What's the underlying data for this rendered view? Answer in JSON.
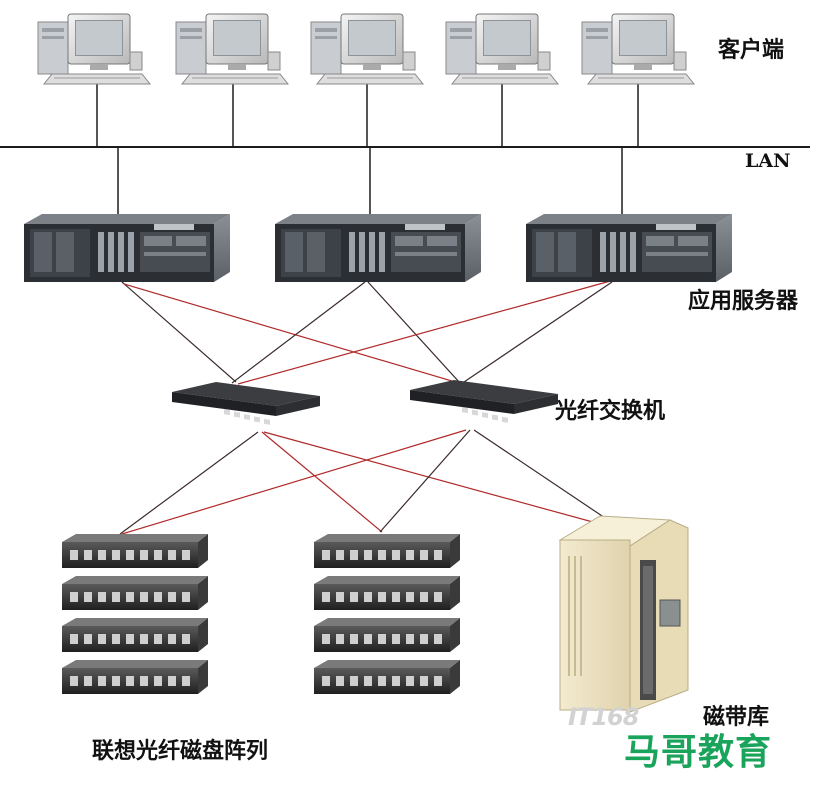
{
  "labels": {
    "clients": "客户端",
    "lan": "LAN",
    "servers": "应用服务器",
    "switches": "光纤交换机",
    "disk_arrays": "联想光纤磁盘阵列",
    "tape_library": "磁带库"
  },
  "watermarks": {
    "site_logo": "IT168",
    "brand": "马哥教育"
  },
  "colors": {
    "lan_line": "#1c1c1c",
    "fiber_dark": "#3a2a2a",
    "fiber_red": "#b02a2a",
    "watermark_green": "#1aa35a"
  },
  "icons": {
    "client": "desktop-computer-icon",
    "server": "rack-server-icon",
    "switch": "fiber-switch-icon",
    "disk": "disk-array-icon",
    "tape": "tape-library-icon"
  }
}
